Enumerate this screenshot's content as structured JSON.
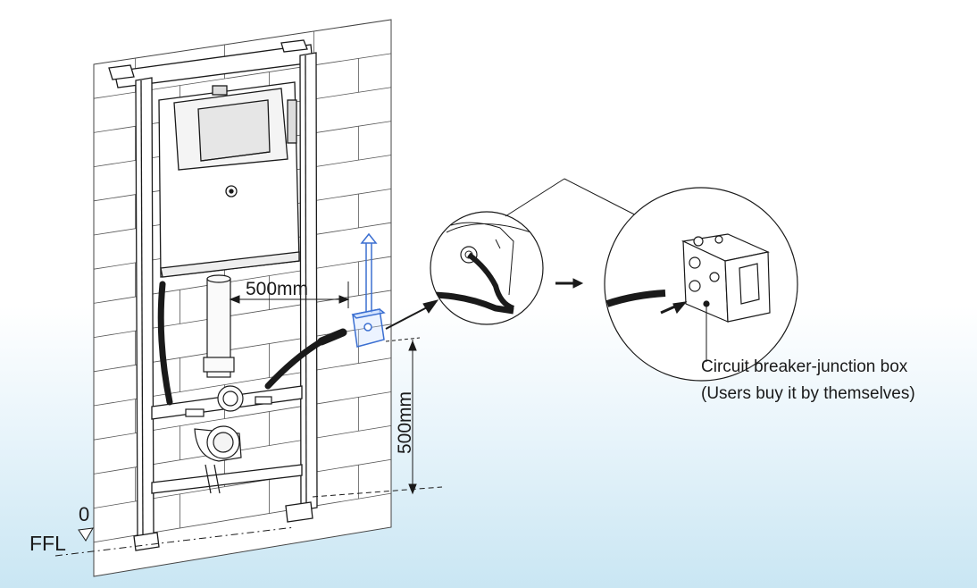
{
  "diagram": {
    "dim_horizontal": "500mm",
    "dim_vertical": "500mm",
    "ffl_label": "FFL",
    "ffl_zero": "0",
    "callout": {
      "line1": "Circuit breaker-junction box",
      "line2": "(Users buy it by themselves)"
    }
  },
  "colors": {
    "line": "#1a1a1a",
    "junction_box": "#3b6fd1",
    "background_bottom": "#c9e6f3"
  }
}
